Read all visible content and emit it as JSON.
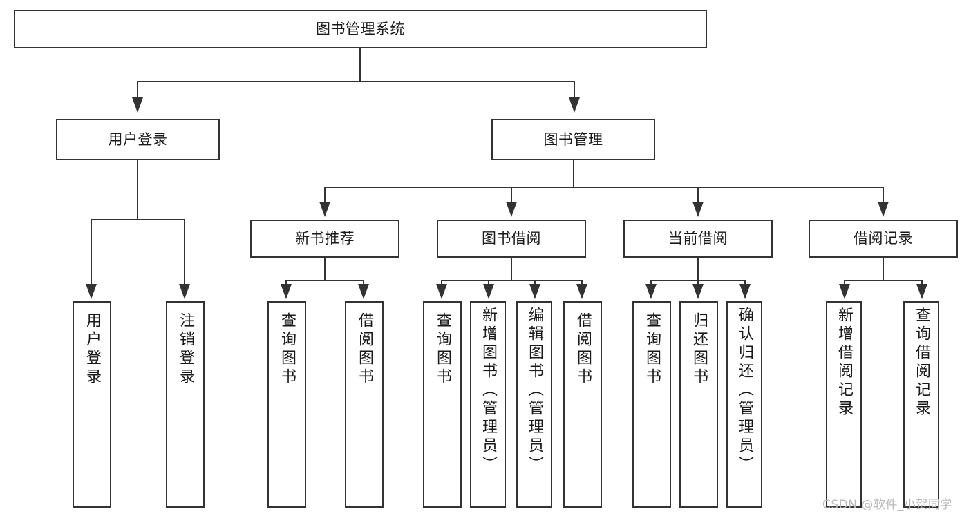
{
  "diagram": {
    "type": "tree-hierarchy",
    "title": "图书管理系统",
    "root": {
      "id": "root",
      "label": "图书管理系统"
    },
    "level2": [
      {
        "id": "user-login",
        "label": "用户登录"
      },
      {
        "id": "book-management",
        "label": "图书管理"
      }
    ],
    "level3": [
      {
        "id": "new-book-recommend",
        "label": "新书推荐",
        "parent": "book-management"
      },
      {
        "id": "book-borrow",
        "label": "图书借阅",
        "parent": "book-management"
      },
      {
        "id": "current-borrow",
        "label": "当前借阅",
        "parent": "book-management"
      },
      {
        "id": "borrow-record",
        "label": "借阅记录",
        "parent": "book-management"
      }
    ],
    "leaves": {
      "user_login": [
        {
          "id": "leaf-user-login",
          "label": "用户登录"
        },
        {
          "id": "leaf-logout-login",
          "label": "注销登录"
        }
      ],
      "new_book_recommend": [
        {
          "id": "leaf-query-book-1",
          "label": "查询图书"
        },
        {
          "id": "leaf-borrow-book-1",
          "label": "借阅图书"
        }
      ],
      "book_borrow": [
        {
          "id": "leaf-query-book-2",
          "label": "查询图书"
        },
        {
          "id": "leaf-add-book",
          "label": "新增图书（管理员）"
        },
        {
          "id": "leaf-edit-book",
          "label": "编辑图书（管理员）"
        },
        {
          "id": "leaf-borrow-book-2",
          "label": "借阅图书"
        }
      ],
      "current_borrow": [
        {
          "id": "leaf-query-book-3",
          "label": "查询图书"
        },
        {
          "id": "leaf-return-book",
          "label": "归还图书"
        },
        {
          "id": "leaf-confirm-return",
          "label": "确认归还（管理员）"
        }
      ],
      "borrow_record": [
        {
          "id": "leaf-add-record",
          "label": "新增借阅记录"
        },
        {
          "id": "leaf-query-record",
          "label": "查询借阅记录"
        }
      ]
    }
  },
  "watermark": {
    "text": "CSDN @软件_小贺同学"
  },
  "colors": {
    "stroke": "#333333",
    "background": "#ffffff",
    "text": "#1a1a1a",
    "watermark": "#b9b9b9"
  }
}
